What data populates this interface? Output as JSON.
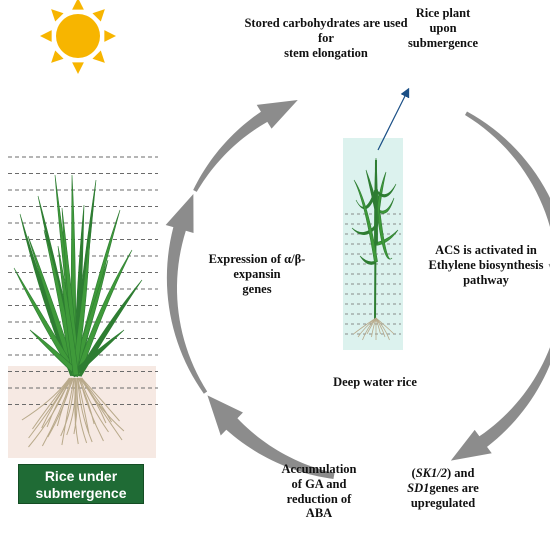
{
  "colors": {
    "arrow": "#8c8c8c",
    "sun": "#f7b500",
    "leaf": "#3f9a3a",
    "leaf_dark": "#2e7d32",
    "root": "#b8a98a",
    "soil": "#f6e9e3",
    "inset_bg": "#dcf2ee",
    "water_line": "#6b6b6b",
    "caption_bg": "#1f6b35",
    "caption_text": "#ffffff"
  },
  "icons": {
    "sun": "sun-icon",
    "rice_plant": "rice-plant-icon",
    "cycle_arrow": "curved-arrow-icon"
  },
  "caption": {
    "line1": "Rice under",
    "line2": "submergence"
  },
  "cycle": {
    "center_label": "Deep water rice",
    "steps": [
      {
        "id": "stored-carbohydrates",
        "lines": [
          "Stored carbohydrates are used for",
          "stem elongation"
        ]
      },
      {
        "id": "rice-plant-upon-submergence",
        "lines": [
          "Rice plant",
          "upon",
          "submergence"
        ]
      },
      {
        "id": "acs-activated",
        "lines": [
          "ACS is activated in",
          "Ethylene biosynthesis",
          "pathway"
        ]
      },
      {
        "id": "genes-upregulated",
        "lines": [
          "(SK1/2) and",
          "SD1genes are",
          "upregulated"
        ]
      },
      {
        "id": "accumulation-ga",
        "lines": [
          "Accumulation",
          "of GA and",
          "reduction of",
          "ABA"
        ]
      },
      {
        "id": "expansin-expression",
        "lines": [
          "Expression of α/β-expansin",
          "genes"
        ]
      }
    ],
    "italic_terms": [
      "SK1/2",
      "SD1"
    ]
  }
}
